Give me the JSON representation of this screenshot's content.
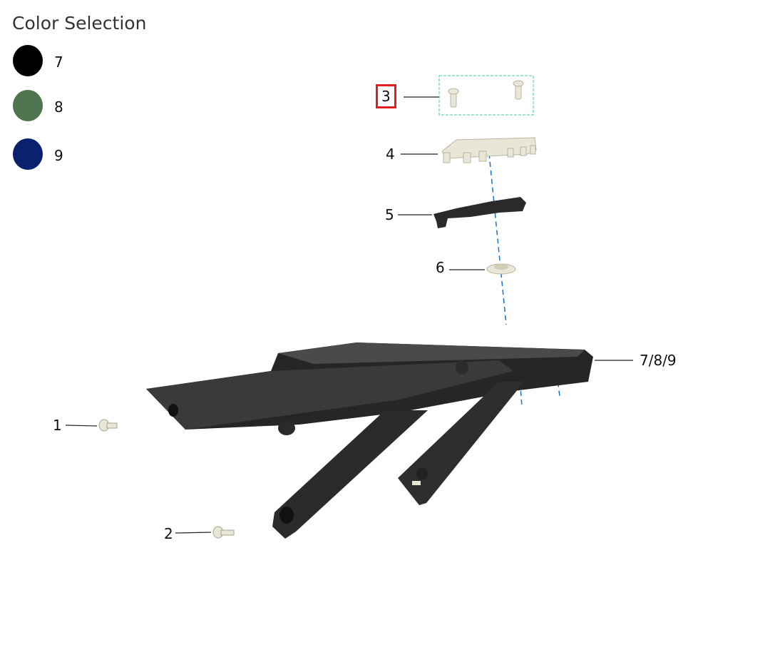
{
  "legend": {
    "title": "Color Selection",
    "options": [
      {
        "label": "7",
        "color": "#000000"
      },
      {
        "label": "8",
        "color": "#4e7550"
      },
      {
        "label": "9",
        "color": "#0a2170"
      }
    ]
  },
  "callouts": {
    "p1": "1",
    "p2": "2",
    "p3": "3",
    "p4": "4",
    "p5": "5",
    "p6": "6",
    "p789": "7/8/9"
  },
  "selected_callout": "3",
  "colors": {
    "highlight": "#e02020",
    "group_box": "#3fcf9a",
    "axis_line": "#1a6fd0",
    "part_light": "#e8e6d6",
    "part_dark": "#222222"
  }
}
